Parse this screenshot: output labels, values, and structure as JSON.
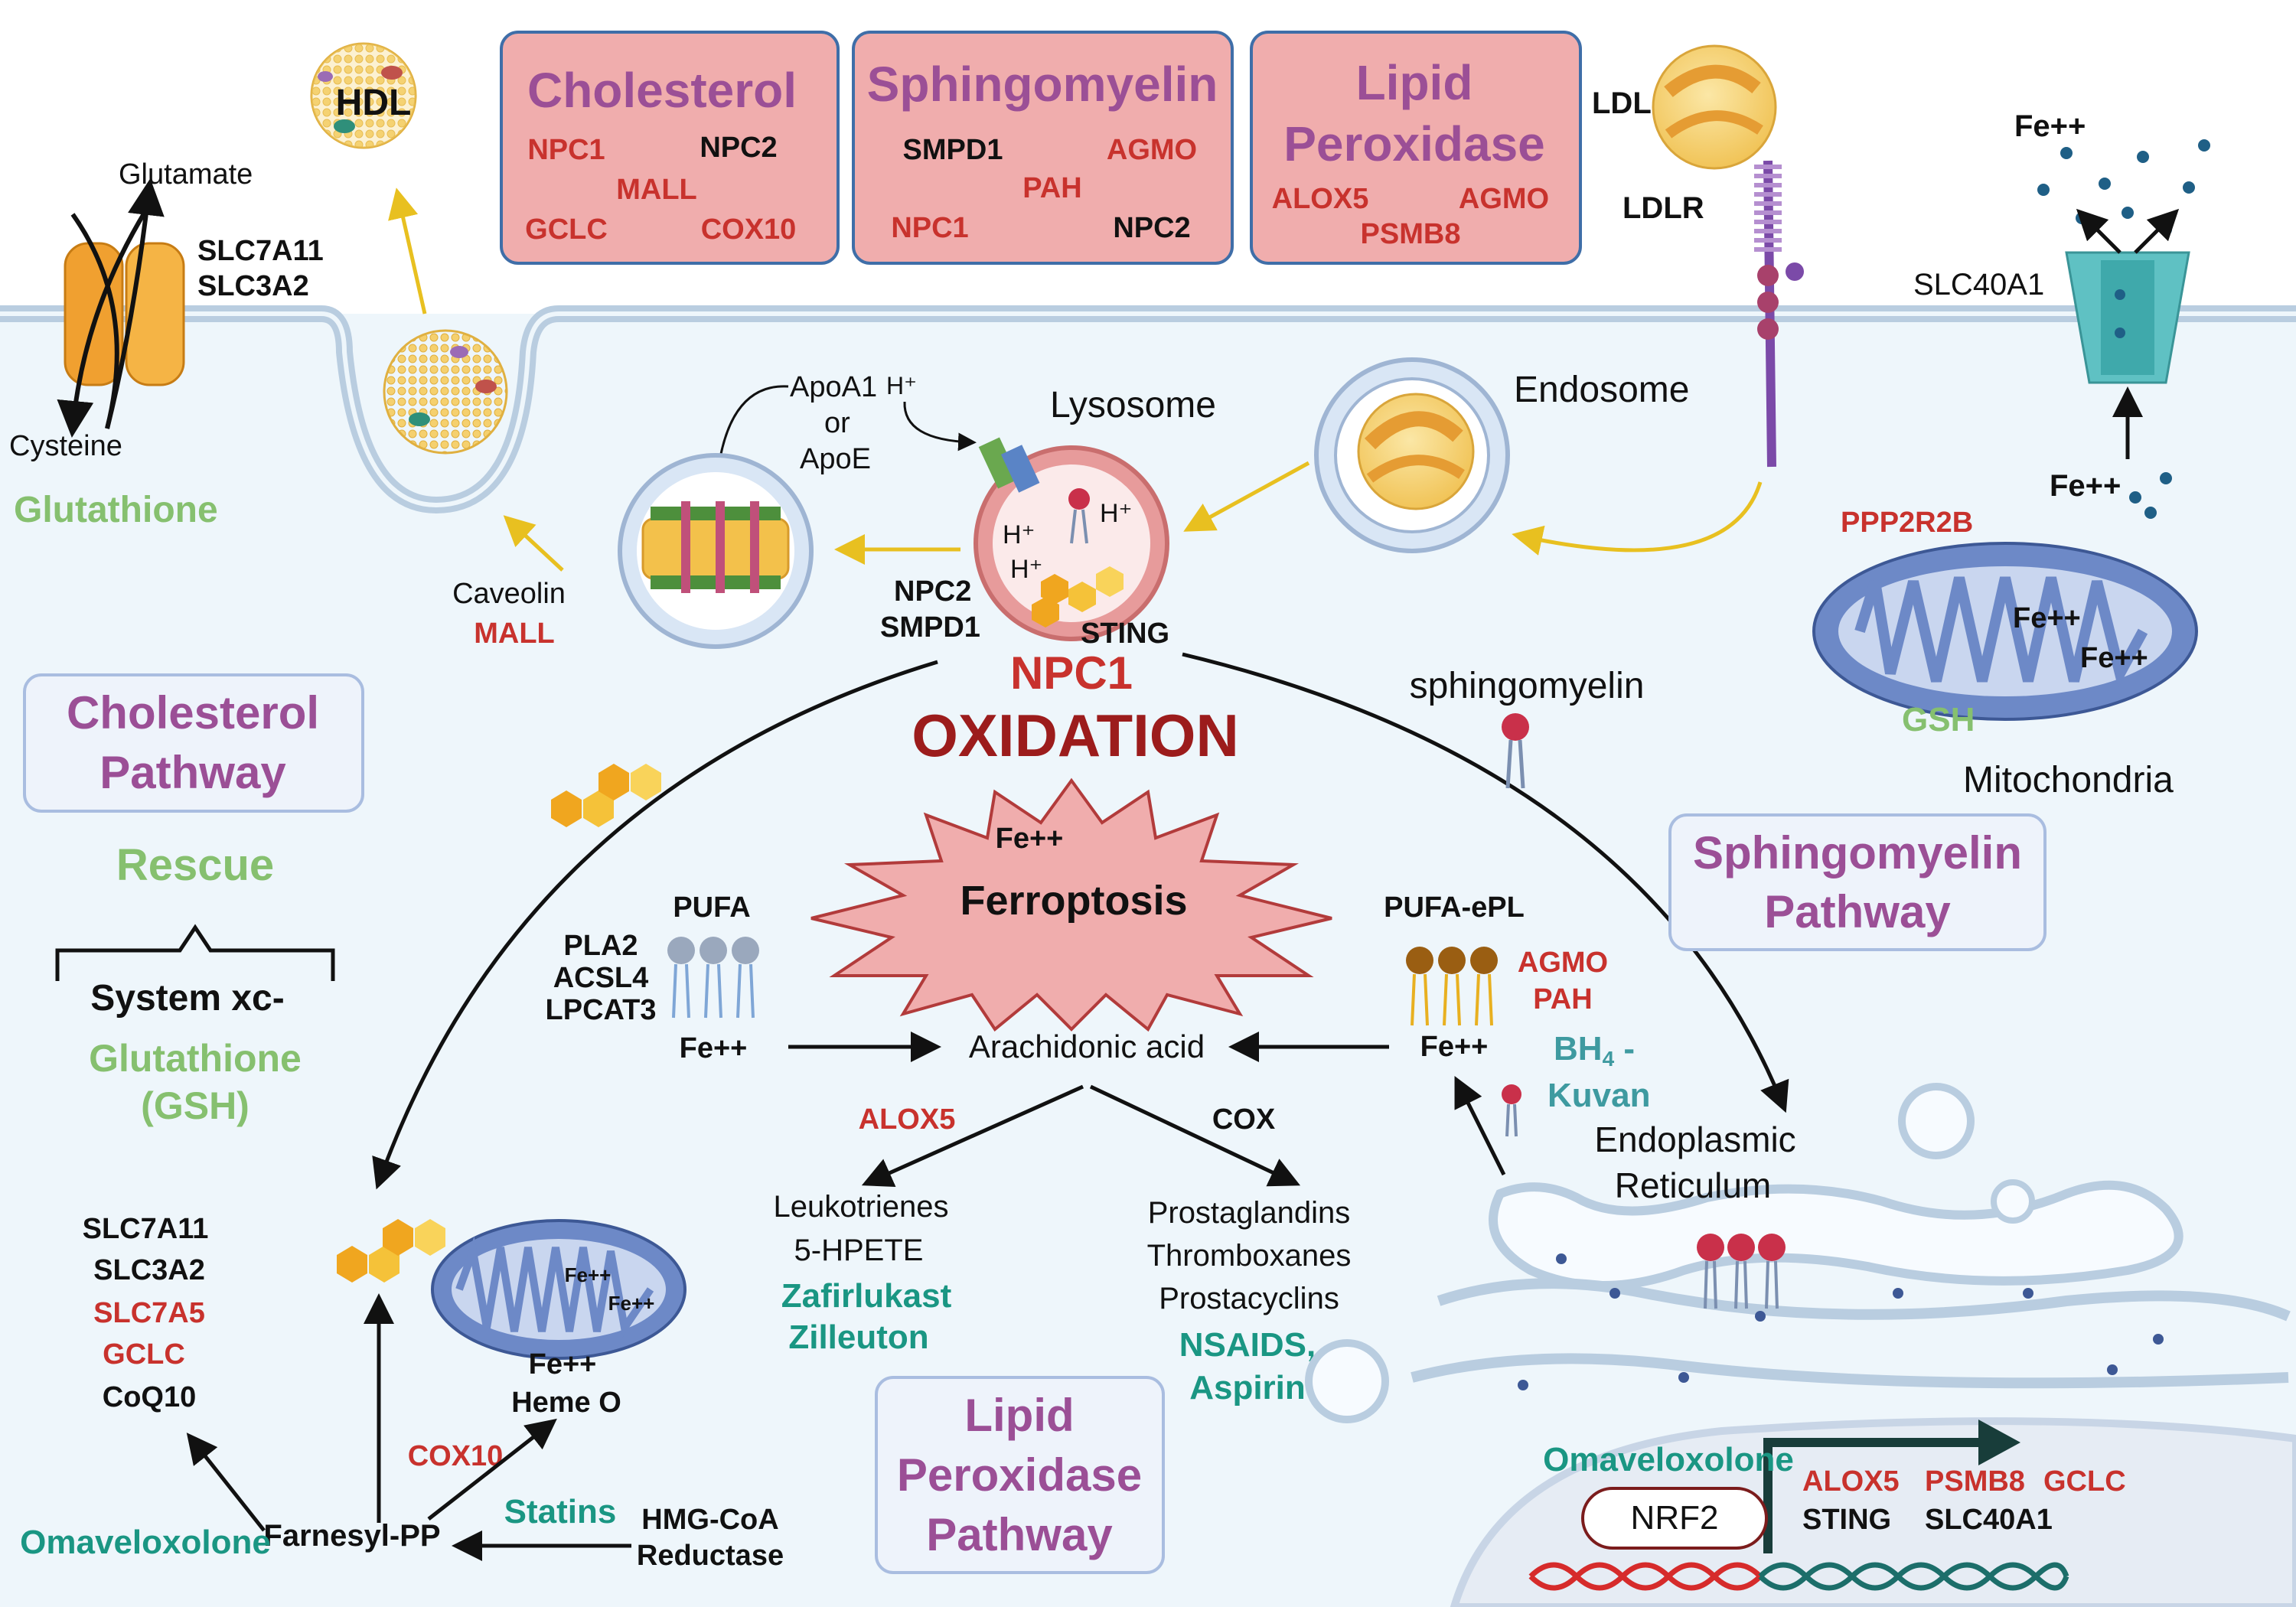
{
  "colors": {
    "red": "#c8322d",
    "dark_red": "#9c1c1c",
    "purple": "#9b4f96",
    "green": "#86c06f",
    "teal": "#1a9683",
    "teal_text": "#3e9aa0",
    "black": "#111111",
    "box_pink": "#f0adad",
    "box_border": "#3f6ea8",
    "pathway_fill": "#eef3fb",
    "pathway_border": "#a9bde0",
    "cell_fill": "#eef6fb",
    "membrane": "#b9cde0",
    "yellow": "#f4c542",
    "orange": "#e9971b"
  },
  "boxes": {
    "cholesterol": {
      "title": "Cholesterol",
      "npc1": "NPC1",
      "npc2": "NPC2",
      "mall": "MALL",
      "gclc": "GCLC",
      "cox10": "COX10"
    },
    "sphingomyelin": {
      "title": "Sphingomyelin",
      "smpd1": "SMPD1",
      "agmo": "AGMO",
      "pah": "PAH",
      "npc1": "NPC1",
      "npc2": "NPC2"
    },
    "lipid_peroxidase": {
      "title_line1": "Lipid",
      "title_line2": "Peroxidase",
      "alox5": "ALOX5",
      "agmo": "AGMO",
      "psmb8": "PSMB8"
    }
  },
  "top_left": {
    "hdl": "HDL",
    "glutamate": "Glutamate",
    "slc7a11": "SLC7A11",
    "slc3a2": "SLC3A2",
    "cysteine": "Cysteine",
    "glutathione": "Glutathione"
  },
  "caveola": {
    "caveolin": "Caveolin",
    "mall": "MALL"
  },
  "ldl": {
    "ldl": "LDL",
    "ldlr": "LDLR"
  },
  "iron_export": {
    "fe_top": "Fe++",
    "slc40a1": "SLC40A1",
    "fe_in": "Fe++"
  },
  "mito_right": {
    "ppp2r2b": "PPP2R2B",
    "fe1": "Fe++",
    "fe2": "Fe++",
    "gsh": "GSH",
    "label": "Mitochondria"
  },
  "lysosome": {
    "apoa1": "ApoA1",
    "or": "or",
    "apoe": "ApoE",
    "h_top": "H⁺",
    "label": "Lysosome",
    "h1": "H⁺",
    "h2": "H⁺",
    "h3": "H⁺",
    "npc2": "NPC2",
    "smpd1": "SMPD1",
    "sting": "STING"
  },
  "endosome": {
    "label": "Endosome"
  },
  "center": {
    "npc1": "NPC1",
    "oxidation": "OXIDATION",
    "fe": "Fe++",
    "ferroptosis": "Ferroptosis",
    "sphingomyelin": "sphingomyelin"
  },
  "pathways": {
    "cholesterol": {
      "line1": "Cholesterol",
      "line2": "Pathway"
    },
    "sphingomyelin": {
      "line1": "Sphingomyelin",
      "line2": "Pathway"
    },
    "lipid": {
      "line1": "Lipid",
      "line2": "Peroxidase",
      "line3": "Pathway"
    }
  },
  "rescue": {
    "title": "Rescue",
    "system": "System xc-",
    "glutathione": "Glutathione",
    "gsh": "(GSH)"
  },
  "pufa_left": {
    "pufa": "PUFA",
    "pla2": "PLA2",
    "acsl4": "ACSL4",
    "lpcat3": "LPCAT3",
    "fe": "Fe++"
  },
  "pufa_right": {
    "pufa": "PUFA-ePL",
    "agmo": "AGMO",
    "pah": "PAH",
    "fe": "Fe++",
    "bh4_a": "BH",
    "bh4_sub": "4",
    "bh4_b": " -",
    "kuvan": "Kuvan"
  },
  "arachidonic": {
    "label": "Arachidonic acid",
    "alox5": "ALOX5",
    "cox": "COX"
  },
  "leukotrienes": {
    "l1": "Leukotrienes",
    "l2": "5-HPETE",
    "d1": "Zafirlukast",
    "d2": "Zilleuton"
  },
  "prostaglandins": {
    "l1": "Prostaglandins",
    "l2": "Thromboxanes",
    "l3": "Prostacyclins",
    "d1": "NSAIDS,",
    "d2": "Aspirin"
  },
  "er": {
    "line1": "Endoplasmic",
    "line2": "Reticulum"
  },
  "bottom_left": {
    "slc7a11": "SLC7A11",
    "slc3a2": "SLC3A2",
    "slc7a5": "SLC7A5",
    "gclc": "GCLC",
    "coq10": "CoQ10",
    "mito_fe1": "Fe++",
    "mito_fe2": "Fe++",
    "fe": "Fe++",
    "heme": "Heme O",
    "cox10": "COX10",
    "statins": "Statins",
    "hmg1": "HMG-CoA",
    "hmg2": "Reductase",
    "farnesyl": "Farnesyl-PP",
    "omav": "Omaveloxolone"
  },
  "nucleus": {
    "omav": "Omaveloxolone",
    "nrf2": "NRF2",
    "alox5": "ALOX5",
    "psmb8": "PSMB8",
    "gclc": "GCLC",
    "sting": "STING",
    "slc40a1": "SLC40A1"
  }
}
